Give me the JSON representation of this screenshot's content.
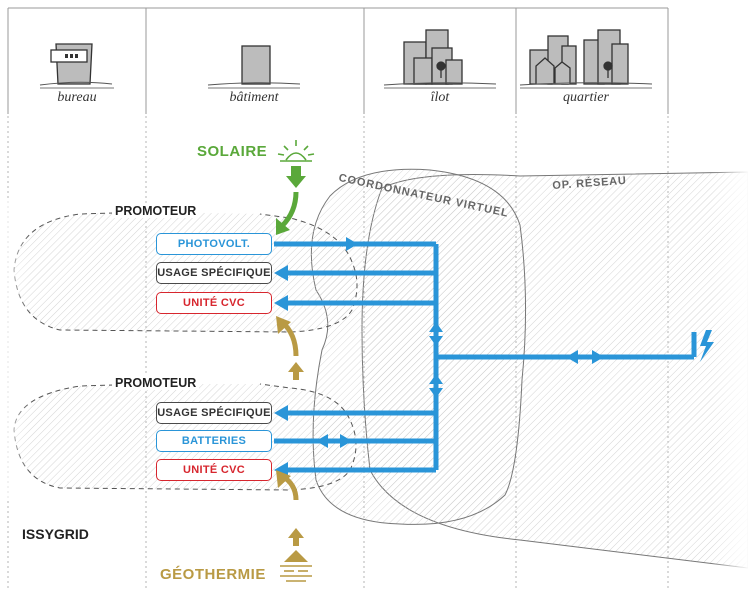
{
  "columns": [
    "bureau",
    "bâtiment",
    "îlot",
    "quartier"
  ],
  "energy_sources": {
    "solar": "SOLAIRE",
    "geothermal": "GÉOTHERMIE"
  },
  "actors": {
    "promoter_1": "PROMOTEUR",
    "promoter_2": "PROMOTEUR",
    "virtual_coordinator": "COORDONNATEUR VIRTUEL",
    "network_operator": "OP. RÉSEAU"
  },
  "upper_group": [
    "PHOTOVOLT.",
    "USAGE SPÉCIFIQUE",
    "UNITÉ CVC"
  ],
  "lower_group": [
    "USAGE SPÉCIFIQUE",
    "BATTERIES",
    "UNITÉ CVC"
  ],
  "project": "ISSYGRID",
  "colors": {
    "flow": "#2a95d8",
    "solar": "#5aa83a",
    "geothermal": "#b99a44",
    "consumption": "#4a4a4a",
    "hvac": "#d7262e"
  },
  "icons": [
    "office-icon",
    "building-icon",
    "block-icon",
    "district-icon",
    "sun-icon",
    "geothermal-icon",
    "lightning-icon"
  ]
}
